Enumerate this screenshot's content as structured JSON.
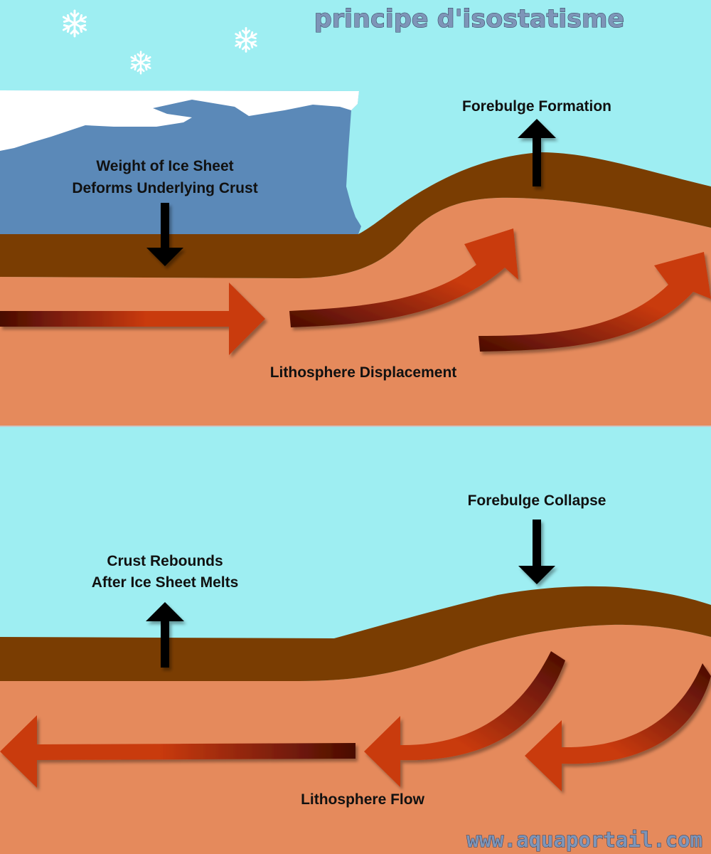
{
  "title": "principe d'isostatisme",
  "credit": "www.aquaportail.com",
  "colors": {
    "sky": "#9eeef2",
    "ice_top": "#ffffff",
    "ice_body": "#5b89b8",
    "crust": "#7a3d02",
    "mantle": "#e58a5c",
    "arrow_red": "#c93a10",
    "arrow_dark": "#4a0c04",
    "divider": "#c8c8c8"
  },
  "top_panel": {
    "label_weight": [
      "Weight of Ice Sheet",
      "Deforms Underlying Crust"
    ],
    "label_forebulge": "Forebulge Formation",
    "label_flow": "Lithosphere Displacement"
  },
  "bottom_panel": {
    "label_rebound": [
      "Crust Rebounds",
      "After Ice Sheet Melts"
    ],
    "label_collapse": "Forebulge Collapse",
    "label_flow": "Lithosphere Flow"
  }
}
